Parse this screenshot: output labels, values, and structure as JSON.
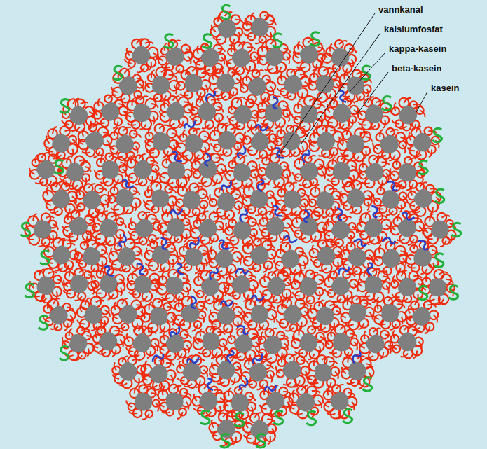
{
  "diagram": {
    "labels": [
      "vannkanal",
      "kalsiumfosfat",
      "kappa-kasein",
      "beta-kasein",
      "kasein"
    ]
  }
}
